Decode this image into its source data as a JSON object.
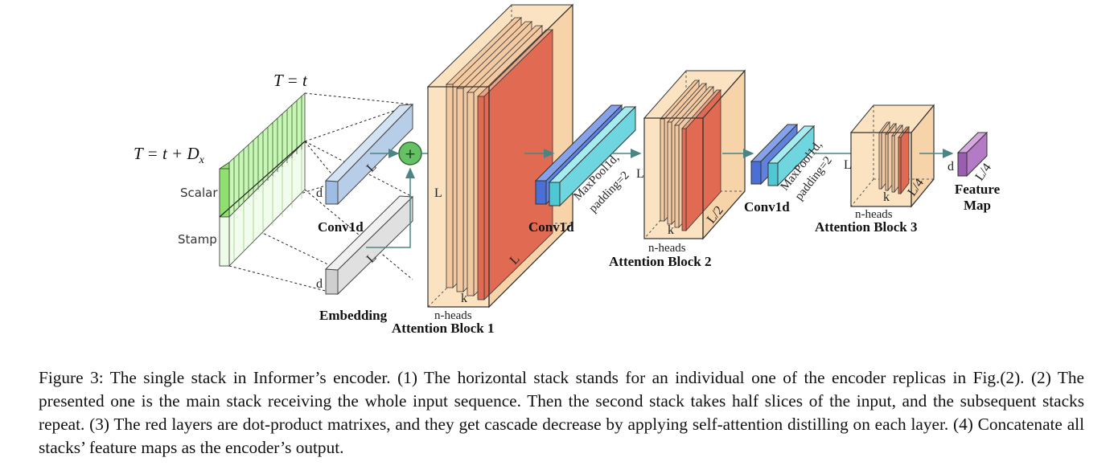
{
  "figure": {
    "labels": {
      "t_top": "T = t",
      "t_left": "T = t + D",
      "t_left_sub": "x",
      "scalar": "Scalar",
      "stamp": "Stamp",
      "d_conv": "d",
      "L_conv": "L",
      "d_emb": "d",
      "L_emb": "L",
      "conv1d_1": "Conv1d",
      "embedding": "Embedding",
      "plus": "+",
      "L_block1": "L",
      "L_block1_diag": "L",
      "k_block1": "k",
      "nheads_block1": "n-heads",
      "attention_block_1": "Attention Block 1",
      "conv1d_2": "Conv1d",
      "maxpool_1": "MaxPool1d,",
      "padding_1": "padding=2",
      "L2_left": "L/2",
      "k_block2": "k",
      "L2_diag": "L/2",
      "nheads_block2": "n-heads",
      "attention_block_2": "Attention Block 2",
      "conv1d_3": "Conv1d",
      "maxpool_2": "MaxPool1d,",
      "padding_2": "padding=2",
      "L4_left": "L/4",
      "k_block3": "k",
      "L4_diag": "L/4",
      "nheads_block3": "n-heads",
      "attention_block_3": "Attention Block 3",
      "d_feature": "d",
      "L4_feature": "L/4",
      "feature": "Feature",
      "map": "Map"
    },
    "colors": {
      "input_green": "#c9f5b8",
      "input_green_dark": "#8fe06e",
      "conv_blue": "#b7cde8",
      "embed_gray": "#e0e0e0",
      "block_peach": "#fbe3c2",
      "attention_red": "#e06a52",
      "attention_orange": "#f3c9a2",
      "pool_blue": "#4a6fd6",
      "pool_cyan": "#6fd6df",
      "feature_purple": "#b57ac6",
      "plus_green": "#66c066",
      "arrow_teal": "#4a8583"
    }
  },
  "caption": "Figure 3: The single stack in Informer’s encoder. (1) The horizontal stack stands for an individual one of the encoder replicas in Fig.(2). (2) The presented one is the main stack receiving the whole input sequence. Then the second stack takes half slices of the input, and the subsequent stacks repeat. (3) The red layers are dot-product matrixes, and they get cascade decrease by applying self-attention distilling on each layer. (4) Concatenate all stacks’ feature maps as the encoder’s output."
}
